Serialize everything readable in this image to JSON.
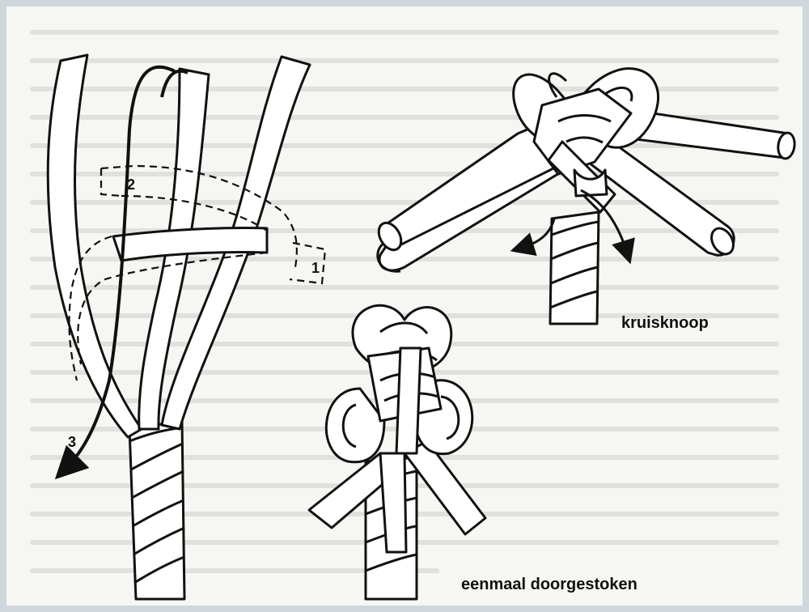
{
  "labels": {
    "kruisknoop": "kruisknoop",
    "eenmaal": "eenmaal doorgestoken",
    "step1": "1",
    "step2": "2",
    "step3": "3"
  },
  "colors": {
    "ink": "#111111",
    "paper": "#f6f6f3",
    "frame": "#cfd6dc"
  }
}
